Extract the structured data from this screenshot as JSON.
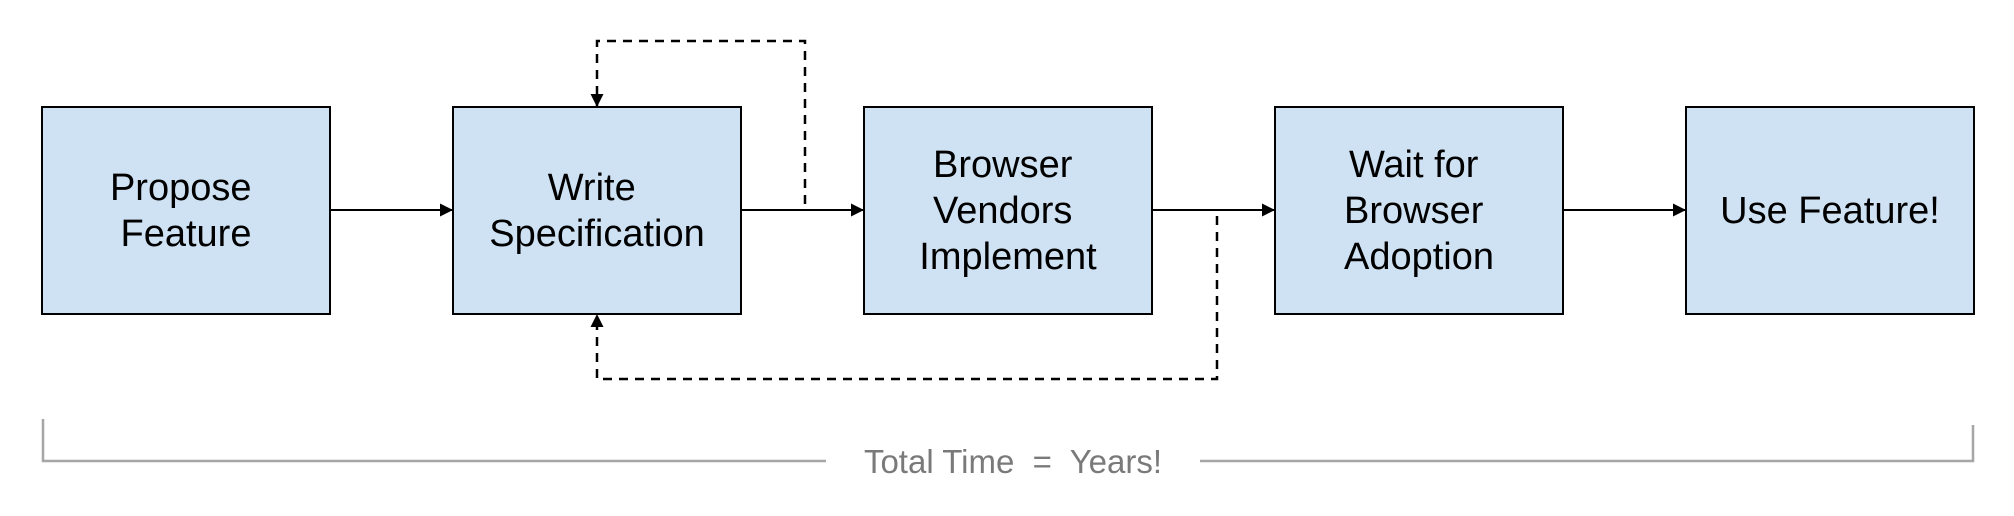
{
  "steps": [
    {
      "id": "propose",
      "lines": [
        "Propose",
        "Feature"
      ]
    },
    {
      "id": "write-spec",
      "lines": [
        "Write",
        "Specification"
      ]
    },
    {
      "id": "vendors-implement",
      "lines": [
        "Browser",
        "Vendors",
        "Implement"
      ]
    },
    {
      "id": "wait-adoption",
      "lines": [
        "Wait for",
        "Browser",
        "Adoption"
      ]
    },
    {
      "id": "use-feature",
      "lines": [
        "Use Feature!"
      ]
    }
  ],
  "total_label": "Total Time  =  Years!",
  "colors": {
    "box_fill": "#cfe2f3",
    "box_stroke": "#000000",
    "bracket": "#a6a6a6",
    "total_text": "#7a7a7a"
  }
}
